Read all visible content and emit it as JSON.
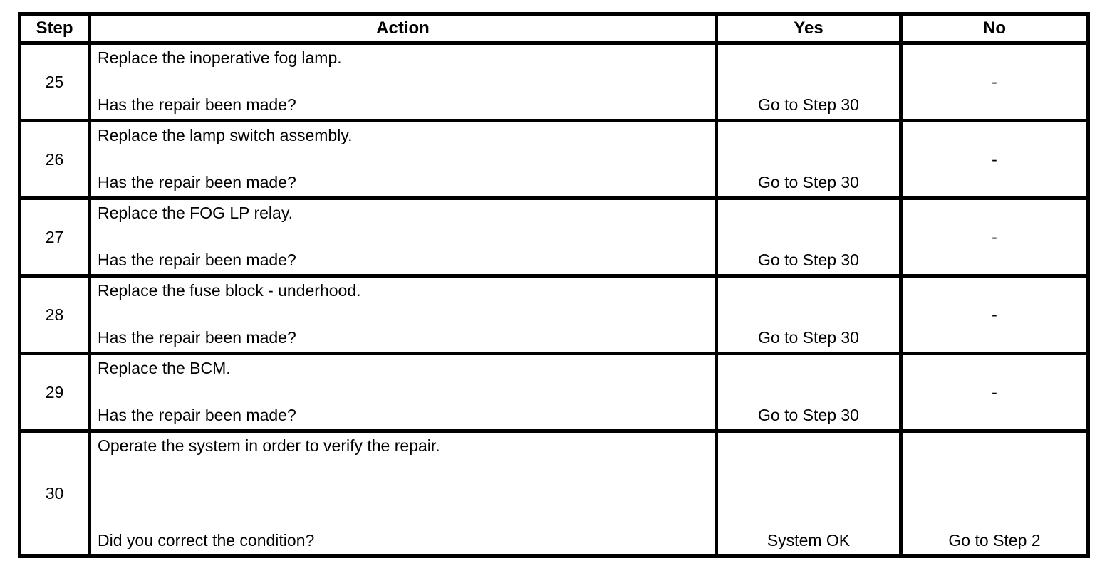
{
  "colors": {
    "border": "#000000",
    "background": "#ffffff",
    "text": "#000000"
  },
  "table": {
    "columns": [
      "Step",
      "Action",
      "Yes",
      "No"
    ],
    "rows": [
      {
        "step": "25",
        "action_instruction": "Replace the inoperative fog lamp.",
        "action_question": "Has the repair been made?",
        "yes": "Go to Step 30",
        "no": "-"
      },
      {
        "step": "26",
        "action_instruction": "Replace the lamp switch assembly.",
        "action_question": "Has the repair been made?",
        "yes": "Go to Step 30",
        "no": "-"
      },
      {
        "step": "27",
        "action_instruction": "Replace the FOG LP relay.",
        "action_question": "Has the repair been made?",
        "yes": "Go to Step 30",
        "no": "-"
      },
      {
        "step": "28",
        "action_instruction": "Replace the fuse block - underhood.",
        "action_question": "Has the repair been made?",
        "yes": "Go to Step 30",
        "no": "-"
      },
      {
        "step": "29",
        "action_instruction": "Replace the BCM.",
        "action_question": "Has the repair been made?",
        "yes": "Go to Step 30",
        "no": "-"
      },
      {
        "step": "30",
        "action_instruction": "Operate the system in order to verify the repair.",
        "action_question": "Did you correct the condition?",
        "yes": "System OK",
        "no": "Go to Step 2"
      }
    ]
  }
}
